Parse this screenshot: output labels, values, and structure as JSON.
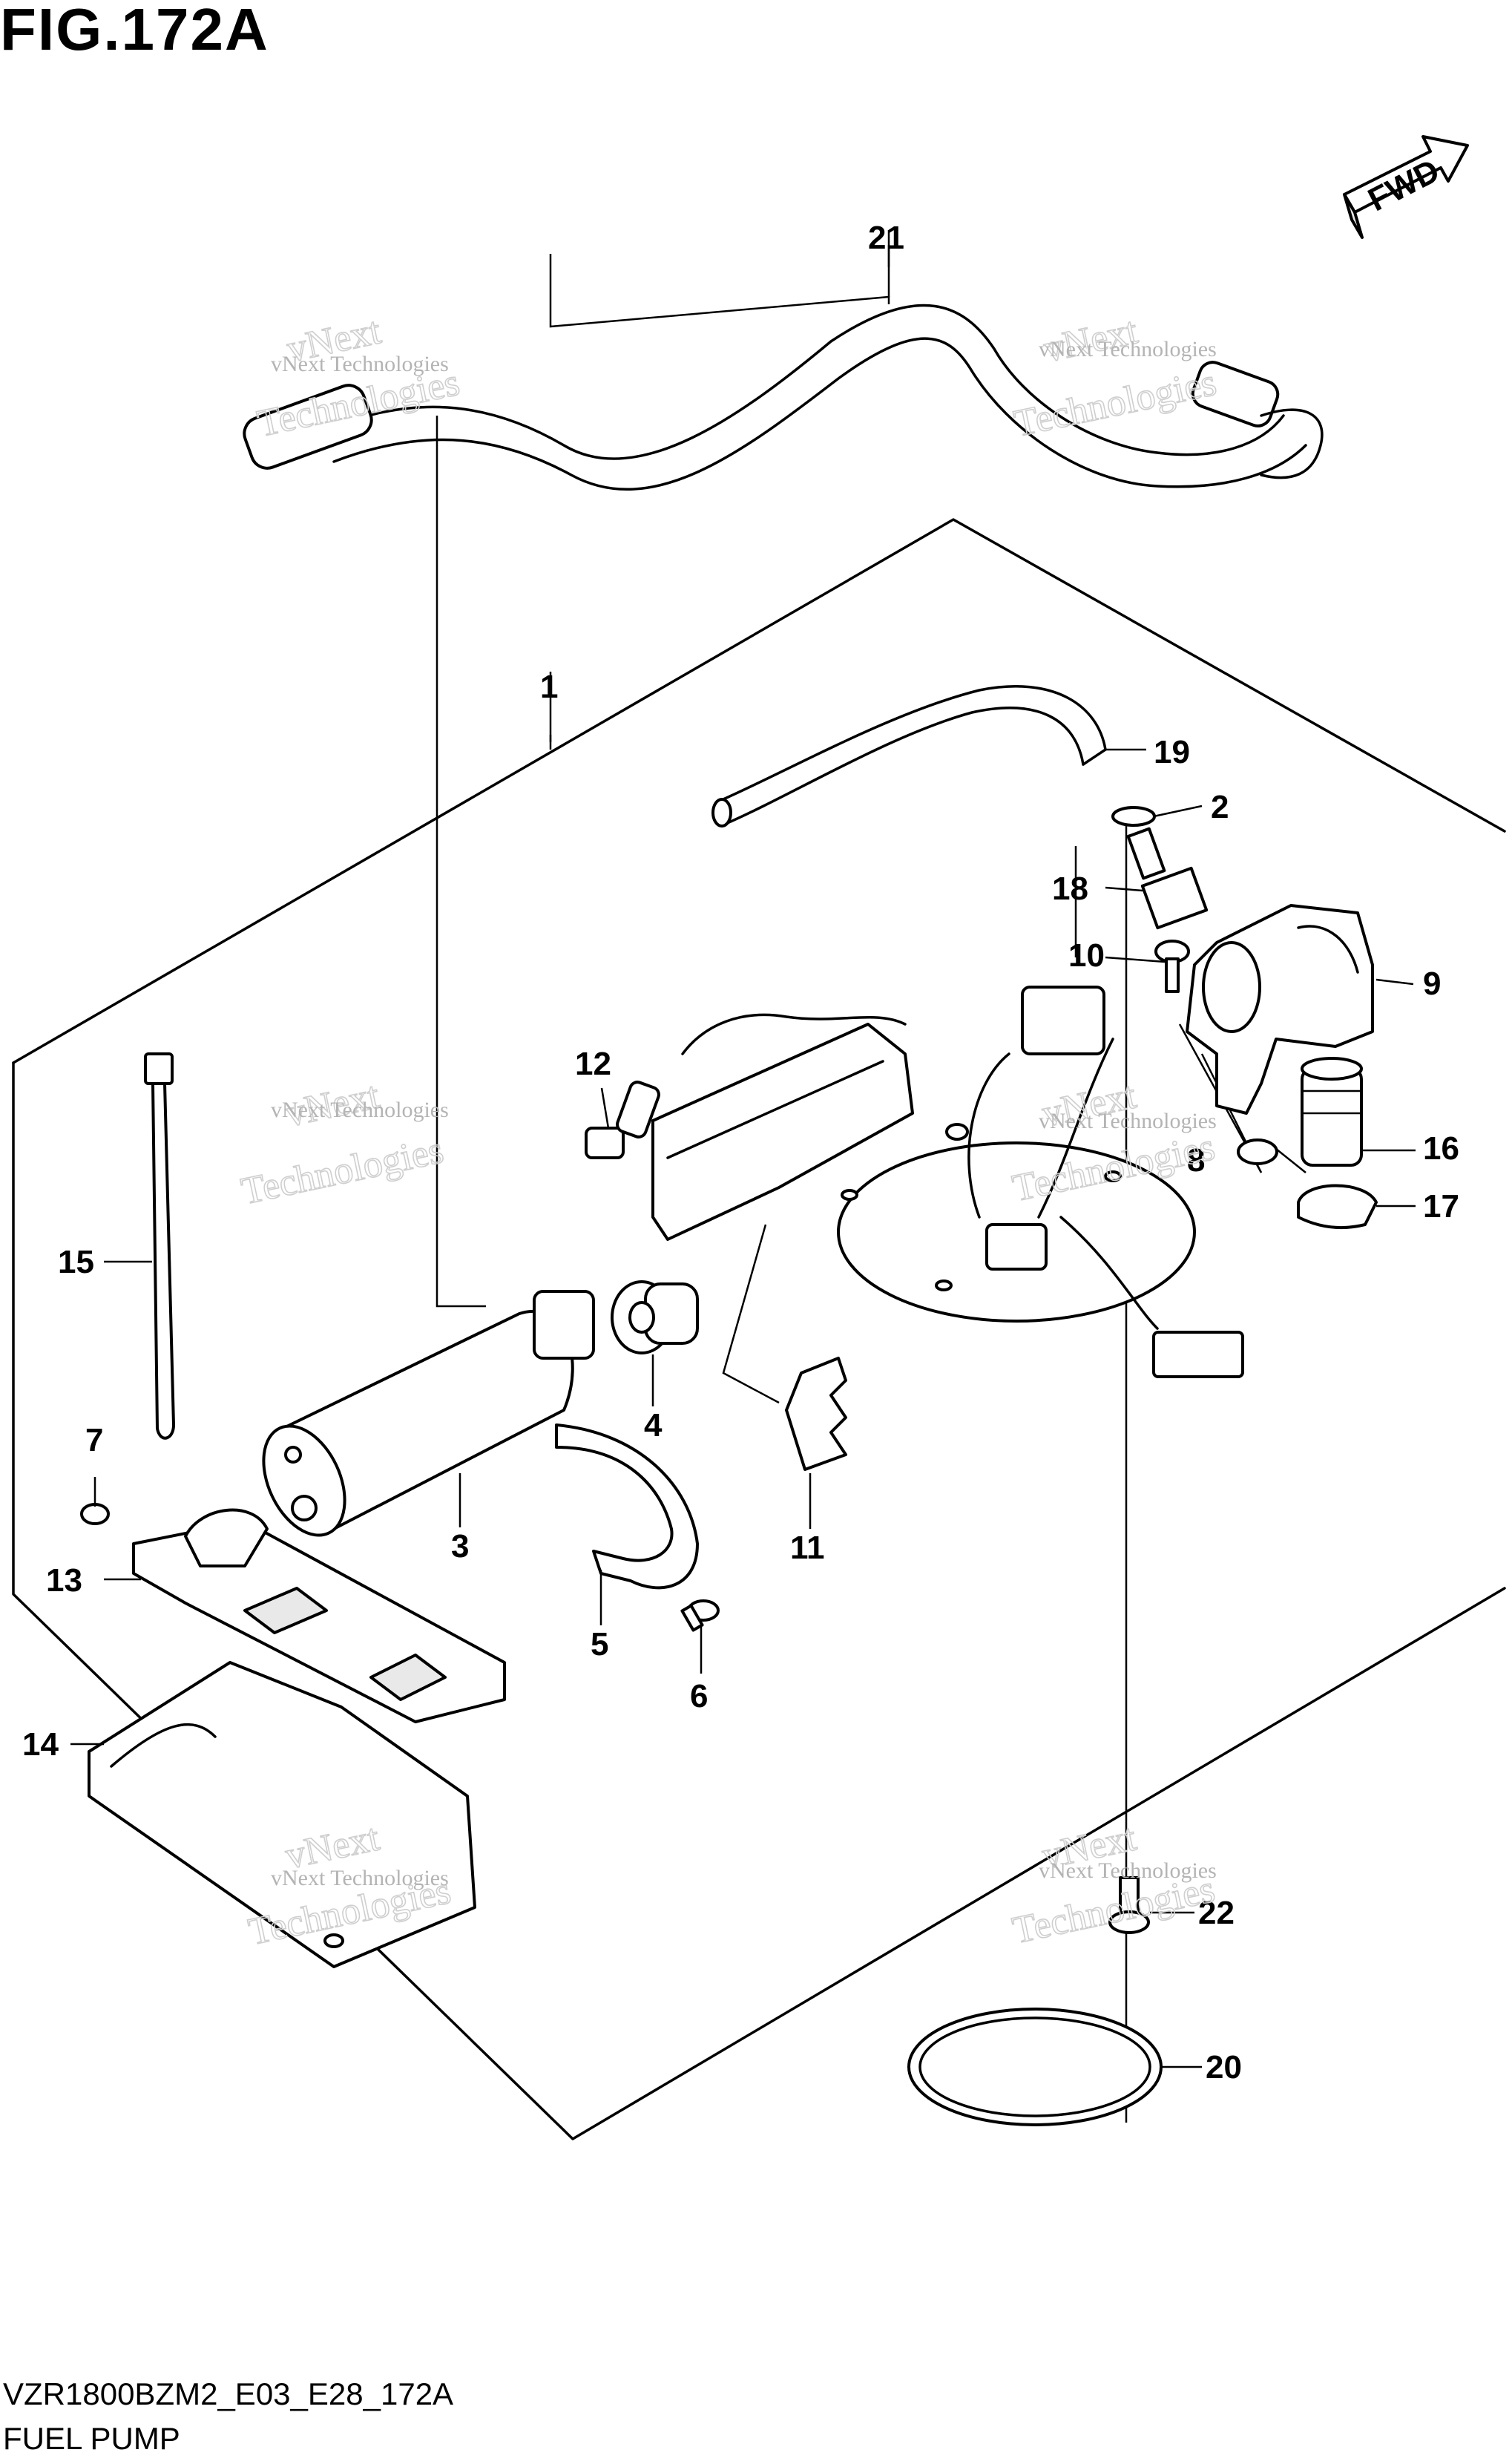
{
  "header": {
    "figure_title": "FIG.172A"
  },
  "direction_label": "FWD",
  "watermark": {
    "line1": "vNext Technologies",
    "big_a": "vNext",
    "big_b": "Technologies"
  },
  "callouts": {
    "c1": "1",
    "c2": "2",
    "c3": "3",
    "c4": "4",
    "c5": "5",
    "c6": "6",
    "c7": "7",
    "c8": "8",
    "c9": "9",
    "c10": "10",
    "c11": "11",
    "c12": "12",
    "c13": "13",
    "c14": "14",
    "c15": "15",
    "c16": "16",
    "c17": "17",
    "c18": "18",
    "c19": "19",
    "c20": "20",
    "c21": "21",
    "c22": "22"
  },
  "footer": {
    "model_code": "VZR1800BZM2_E03_E28_172A",
    "section_name": "FUEL PUMP"
  }
}
